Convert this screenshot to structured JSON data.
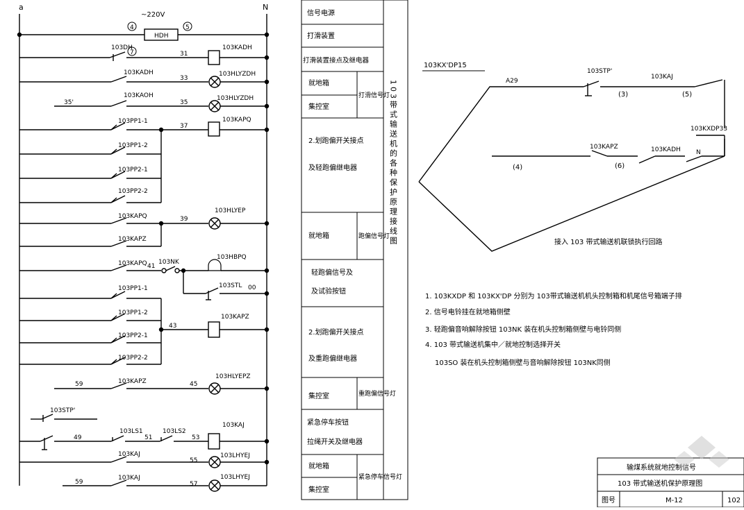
{
  "supply": {
    "left_bus": "a",
    "right_bus": "N",
    "voltage": "~220V",
    "node_left": "4",
    "node_right": "5",
    "fuse": "HDH"
  },
  "rows": [
    {
      "contact": "103DH",
      "mark": "7",
      "wire": "31",
      "load": "103KADH"
    },
    {
      "contact": "103KADH",
      "wire": "33",
      "load": "103HLYZDH"
    },
    {
      "feed": "35'",
      "contact": "103KAOH",
      "wire": "35",
      "load": "103HLYZDH"
    },
    {
      "contact": "103PP1-1",
      "wire": "37",
      "load": "103KAPQ"
    },
    {
      "contact": "103PP1-2"
    },
    {
      "contact": "103PP2-1"
    },
    {
      "contact": "103PP2-2"
    },
    {
      "contact": "103KAPQ",
      "wire": "39",
      "load": "103HLYEP"
    },
    {
      "contact": "103KAPZ"
    },
    {
      "contact": "103KAPQ",
      "wire": "41",
      "switch": "103NK",
      "load": "103HBPQ"
    },
    {
      "contact": "103STL",
      "wire": "00"
    },
    {
      "contact": "103PP1-1"
    },
    {
      "contact": "103PP1-2",
      "wire": "43",
      "load": "103KAPZ"
    },
    {
      "contact": "103PP2-1"
    },
    {
      "contact": "103PP2-2"
    },
    {
      "feed": "59",
      "contact": "103KAPZ",
      "wire": "45",
      "load": "103HLYEPZ"
    },
    {
      "contact": "103STP'"
    },
    {
      "wire": "49",
      "contact": "103LS1",
      "wire2": "51",
      "contact2": "103LS2",
      "wire3": "53",
      "load": "103KAJ"
    },
    {
      "contact": "103KAJ",
      "wire": "55",
      "load": "103LHYEJ"
    },
    {
      "feed": "59",
      "contact": "103KAJ",
      "wire": "57",
      "load": "103LHYEJ"
    }
  ],
  "legend": {
    "items": [
      "信号电源",
      "打滑装置",
      "打滑装置接点及继电器",
      "就地箱",
      "集控室",
      "打滑信号灯",
      "2.划跑偏开关接点",
      "及轻跑偏继电器",
      "就地箱",
      "跑偏信号灯",
      "轻跑偏信号及",
      "及试验按钮",
      "2.划跑偏开关接点",
      "及重跑偏继电器",
      "集控室",
      "重跑偏信号灯",
      "紧急停车按钮",
      "拉绳开关及继电器",
      "就地箱",
      "集控室",
      "紧急停车信号灯"
    ],
    "vertical_title": "103带式输送机的各种保护原理接线图"
  },
  "remote": {
    "label_a": "103KX'DP15",
    "wire_a": "A29",
    "contact_a": "103STP'",
    "mark_3": "(3)",
    "contact_b": "103KAJ",
    "mark_5": "(5)",
    "label_b": "103KXDP33",
    "contact_c": "103KAPZ",
    "contact_d": "103KADH",
    "node_n": "N",
    "mark_4": "(4)",
    "mark_6": "(6)",
    "caption": "接入 103 带式输送机联锁执行回路"
  },
  "notes": [
    "1. 103KXDP 和 103KX'DP 分别为 103带式输送机机头控制箱和机尾信号箱端子排",
    "2. 信号电铃挂在就地箱侧壁",
    "3. 轻跑偏音响解除按钮 103NK 装在机头控制箱侧壁与电铃同侧",
    "4. 103 带式输送机集中／就地控制选择开关",
    "103SO 装在机头控制箱侧壁与音响解除按钮 103NK同侧"
  ],
  "title_block": {
    "line1": "输煤系统就地控制信号",
    "line2": "103 带式输送机保护原理图",
    "label": "图号",
    "code": "M-12",
    "page": "102"
  }
}
